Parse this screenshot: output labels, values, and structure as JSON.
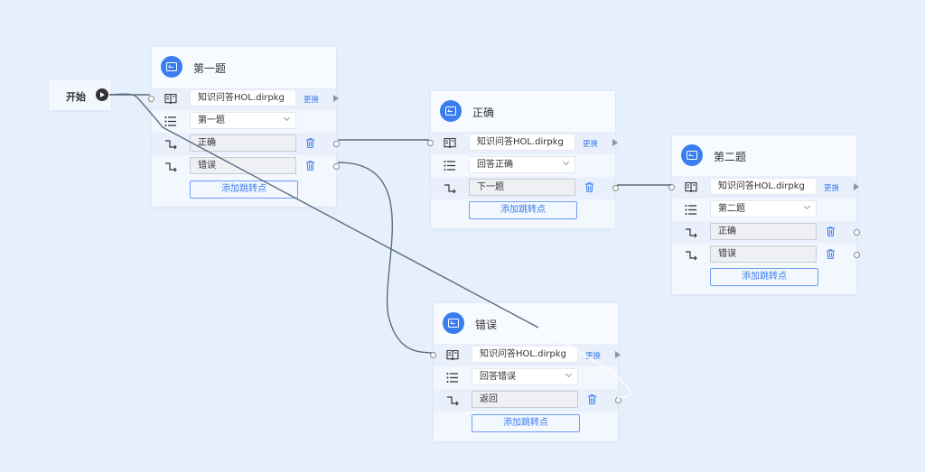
{
  "start": {
    "label": "开始"
  },
  "nodes": [
    {
      "title": "第一题",
      "file": "知识问答HOL.dirpkg",
      "change": "更换",
      "select": "第一题",
      "jumps": [
        "正确",
        "错误"
      ],
      "add": "添加跳转点"
    },
    {
      "title": "正确",
      "file": "知识问答HOL.dirpkg",
      "change": "更换",
      "select": "回答正确",
      "jumps": [
        "下一题"
      ],
      "add": "添加跳转点"
    },
    {
      "title": "第二题",
      "file": "知识问答HOL.dirpkg",
      "change": "更换",
      "select": "第二题",
      "jumps": [
        "正确",
        "错误"
      ],
      "add": "添加跳转点"
    },
    {
      "title": "错误",
      "file": "知识问答HOL.dirpkg",
      "change": "更换",
      "select": "回答错误",
      "jumps": [
        "返回"
      ],
      "add": "添加跳转点"
    }
  ]
}
